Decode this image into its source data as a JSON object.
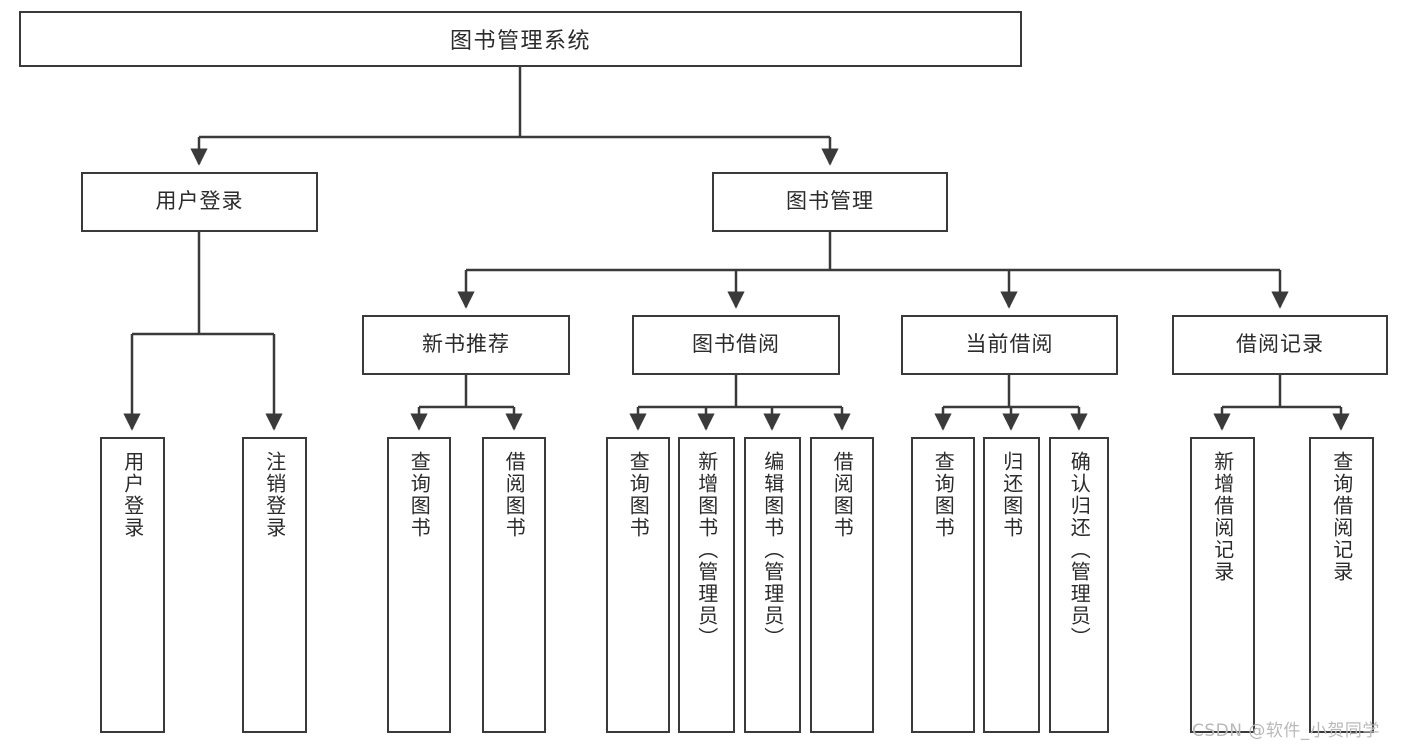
{
  "diagram": {
    "title": "图书管理系统",
    "type": "tree-hierarchy-chart",
    "orientation": "top-down",
    "colors": {
      "line": "#3a3a3a",
      "box_border": "#3a3a3a",
      "box_fill": "#ffffff",
      "text": "#2b2b2b",
      "watermark": "#b9b9b9",
      "background": "#ffffff"
    }
  },
  "root": {
    "label": "图书管理系统"
  },
  "level1": [
    {
      "label": "用户登录"
    },
    {
      "label": "图书管理"
    }
  ],
  "level2": [
    {
      "label": "新书推荐"
    },
    {
      "label": "图书借阅"
    },
    {
      "label": "当前借阅"
    },
    {
      "label": "借阅记录"
    }
  ],
  "leaves": {
    "user_login": [
      {
        "label": "用户登录"
      },
      {
        "label": "注销登录"
      }
    ],
    "new_book_recommend": [
      {
        "label": "查询图书"
      },
      {
        "label": "借阅图书"
      }
    ],
    "book_borrow": [
      {
        "label": "查询图书"
      },
      {
        "label": "新增图书（管理员）"
      },
      {
        "label": "编辑图书（管理员）"
      },
      {
        "label": "借阅图书"
      }
    ],
    "current_borrow": [
      {
        "label": "查询图书"
      },
      {
        "label": "归还图书"
      },
      {
        "label": "确认归还（管理员）"
      }
    ],
    "borrow_record": [
      {
        "label": "新增借阅记录"
      },
      {
        "label": "查询借阅记录"
      }
    ]
  },
  "watermark": {
    "text": "CSDN @软件_小贺同学"
  }
}
